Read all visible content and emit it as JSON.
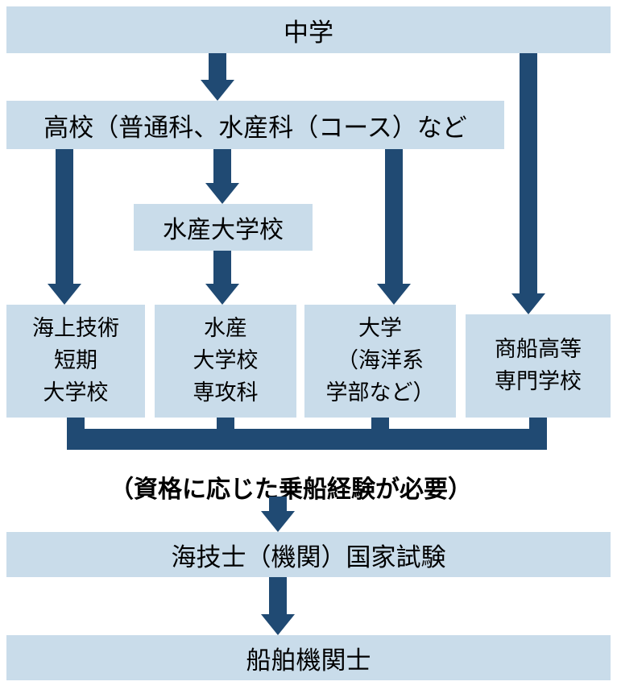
{
  "colors": {
    "background": "#FFFFFF",
    "box_fill": "#C9DCEA",
    "arrow": "#204A73",
    "text": "#000000"
  },
  "nodes": {
    "junior_high": {
      "label": "中学"
    },
    "high_school": {
      "label": "高校（普通科、水産科（コース）など"
    },
    "fisheries_university": {
      "label": "水産大学校"
    },
    "maritime_junior_college": {
      "label": "海上技術\n短期\n大学校"
    },
    "fisheries_advanced_course": {
      "label": "水産\n大学校\n専攻科"
    },
    "university_marine": {
      "label": "大学\n（海洋系\n学部など）"
    },
    "merchant_marine_college": {
      "label": "商船高等\n専門学校"
    },
    "national_exam": {
      "label": "海技士（機関）国家試験"
    },
    "ship_engineer": {
      "label": "船舶機関士"
    }
  },
  "notes": {
    "experience_required": "（資格に応じた乗船経験が必要）"
  }
}
